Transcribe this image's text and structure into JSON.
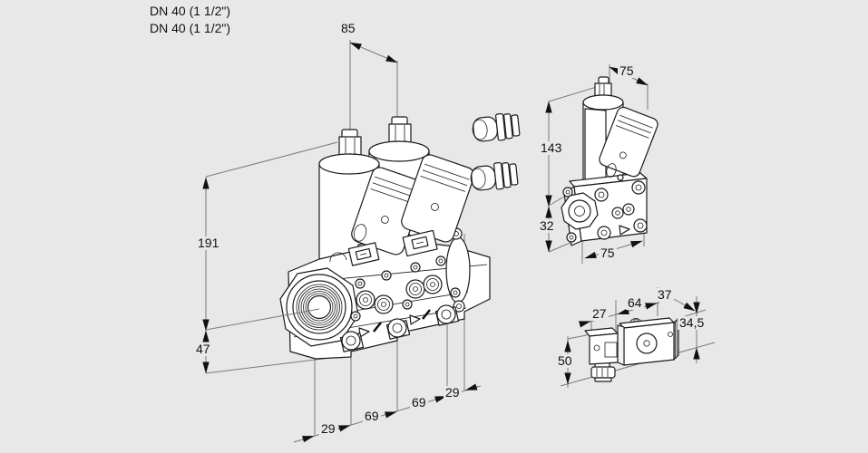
{
  "page": {
    "background_color": "#e8e8e8",
    "outline_color": "#1a1a1a",
    "dimension_line_color": "#7a7a7a",
    "text_color": "#111111"
  },
  "connection_labels": {
    "line1": "DN 40 (1 1/2\")",
    "line2": "DN 40 (1 1/2\")"
  },
  "main_view": {
    "dims": {
      "actuator_spacing": "85",
      "overall_height": "191",
      "port_axis_height": "47",
      "chain": [
        "29",
        "69",
        "69",
        "29"
      ]
    }
  },
  "side_view": {
    "dims": {
      "top_width": "75",
      "body_height": "143",
      "port_axis_height": "32",
      "bottom_width": "75"
    }
  },
  "solenoid_view": {
    "dims": {
      "connector_width": "27",
      "coil_length": "64",
      "coil_end_width": "37",
      "coil_height": "34,5",
      "connector_height": "50"
    }
  }
}
